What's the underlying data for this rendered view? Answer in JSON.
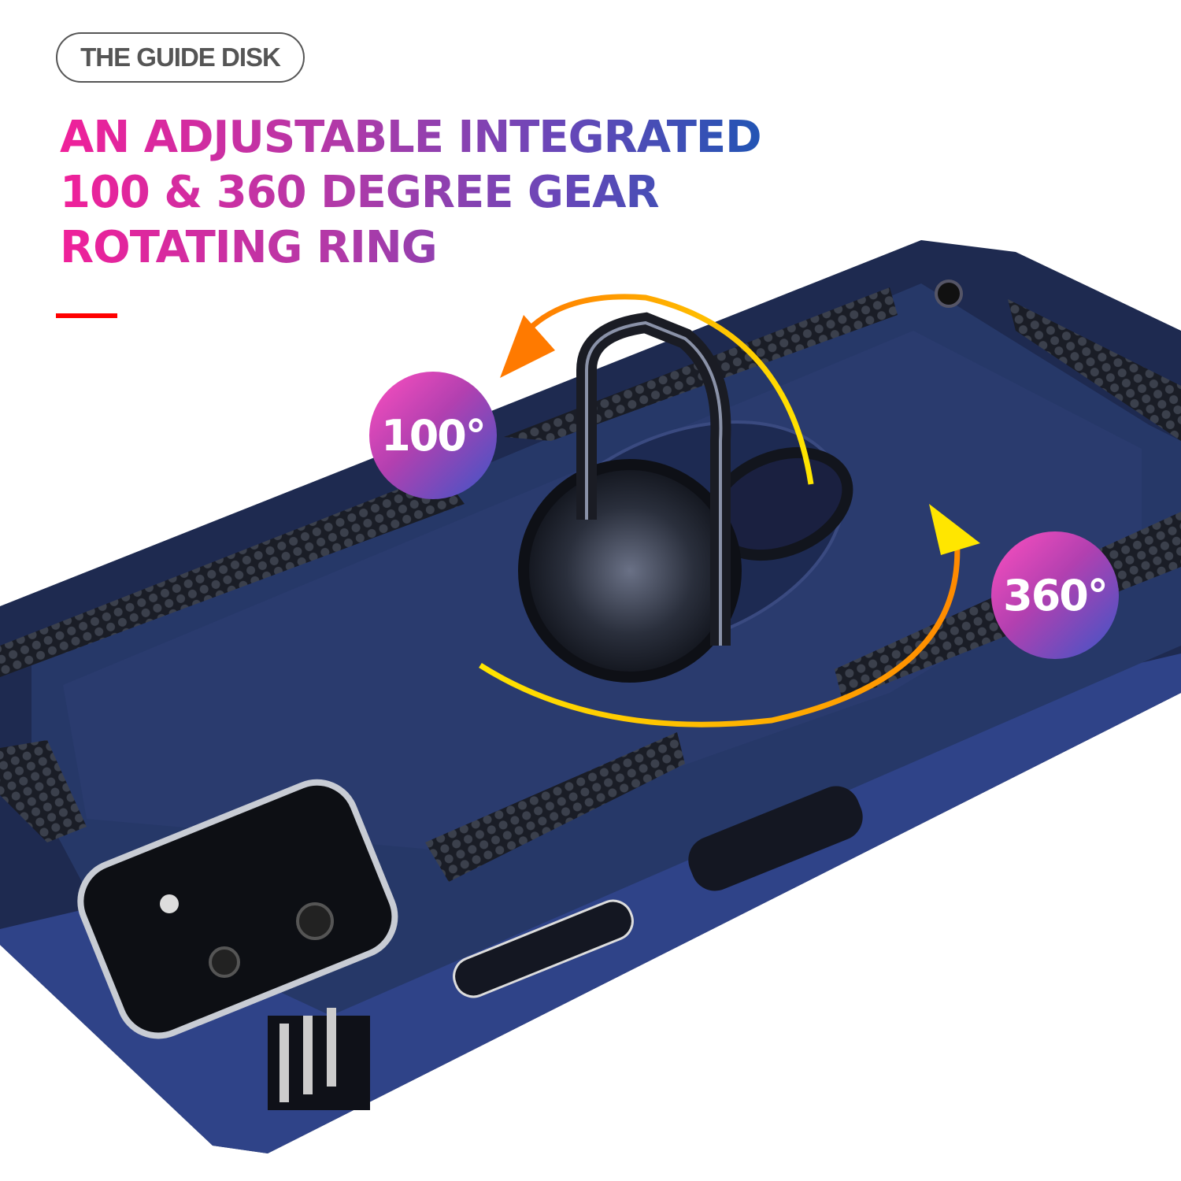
{
  "badge_label": "THE GUIDE DISK",
  "headline": [
    "AN ADJUSTABLE INTEGRATED",
    "100 & 360 DEGREE GEAR",
    "ROTATING RING"
  ],
  "angles": {
    "tilt": "100°",
    "rotate": "360°"
  },
  "colors": {
    "accent_red": "#ff0000",
    "gradient_start": "#f0209a",
    "gradient_end": "#1f55b4",
    "case_navy": "#25345f",
    "arrow_yellow": "#ffe600",
    "arrow_orange": "#ff8a00"
  }
}
